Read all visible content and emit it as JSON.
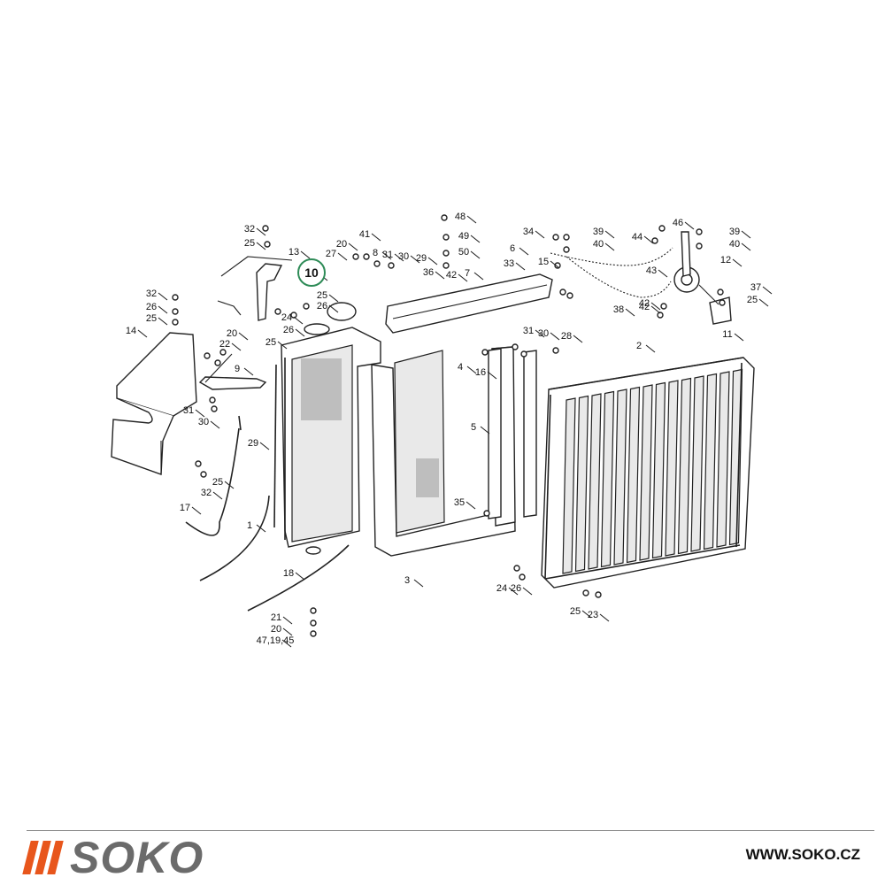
{
  "diagram": {
    "highlight_label": "10",
    "callouts": [
      "32",
      "25",
      "13",
      "41",
      "20",
      "27",
      "8",
      "31",
      "30",
      "29",
      "36",
      "48",
      "49",
      "50",
      "42",
      "7",
      "34",
      "39",
      "40",
      "6",
      "15",
      "33",
      "44",
      "46",
      "39",
      "40",
      "12",
      "42",
      "37",
      "25",
      "38",
      "42",
      "43",
      "11",
      "32",
      "26",
      "25",
      "14",
      "10",
      "25",
      "26",
      "24",
      "26",
      "20",
      "25",
      "22",
      "9",
      "31",
      "30",
      "4",
      "16",
      "31",
      "30",
      "28",
      "2",
      "5",
      "35",
      "29",
      "17",
      "1",
      "25",
      "32",
      "3",
      "18",
      "24",
      "26",
      "25",
      "23",
      "21",
      "20",
      "47,19,45"
    ]
  },
  "footer": {
    "brand_name": "SOKO",
    "website": "WWW.SOKO.CZ",
    "accent_color": "#e8561c",
    "brand_text_color": "#6b6b6b"
  }
}
